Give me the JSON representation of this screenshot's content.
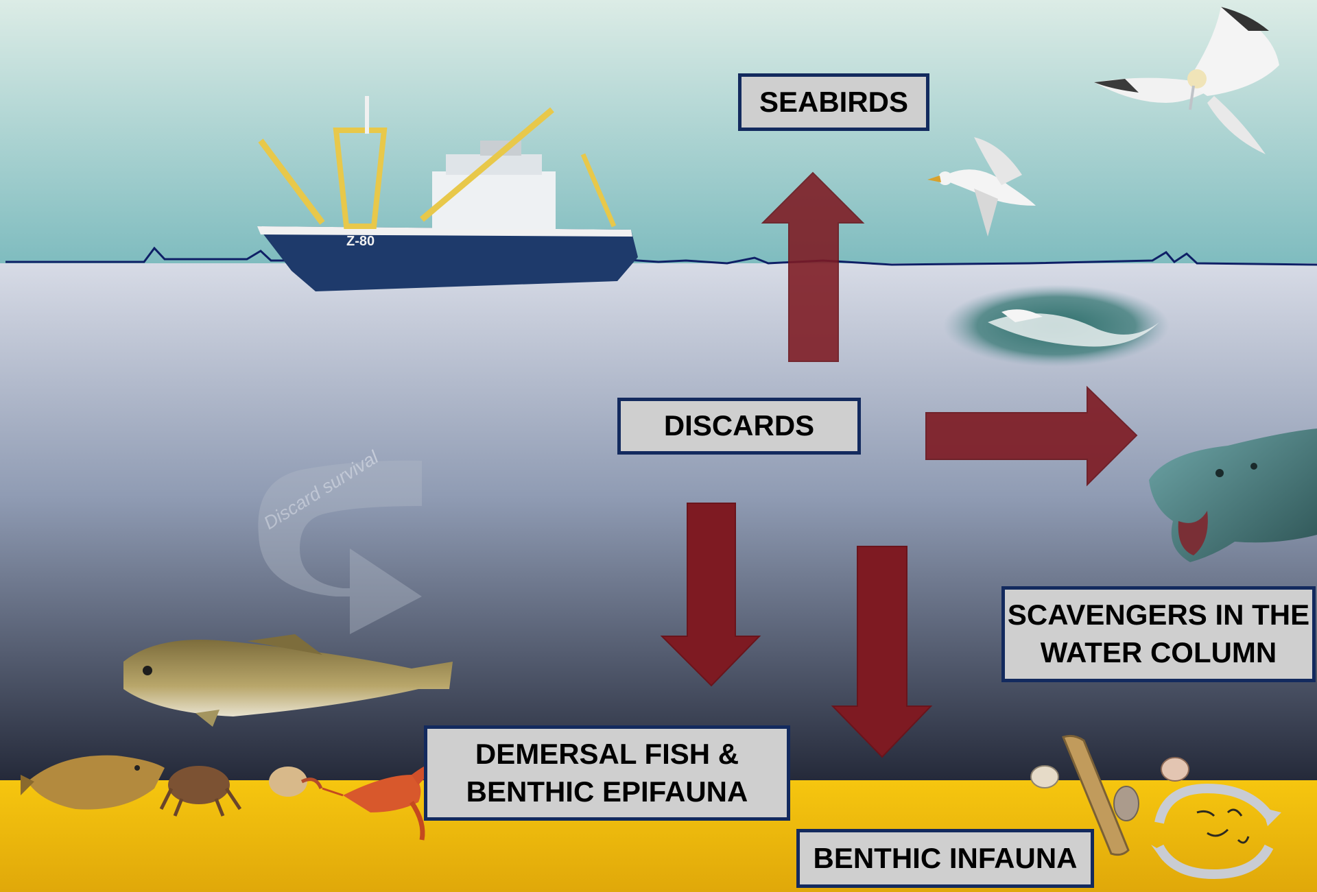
{
  "labels": {
    "seabirds": "SEABIRDS",
    "discards": "DISCARDS",
    "scavengers_line1": "SCAVENGERS IN THE",
    "scavengers_line2": "WATER COLUMN",
    "demersal_line1": "DEMERSAL FISH &",
    "demersal_line2": "BENTHIC EPIFAUNA",
    "infauna": "BENTHIC INFAUNA"
  },
  "survival_arrow_label": "Discard survival",
  "vessel_hull_marking": "Z-80",
  "icons": [
    "fishing-vessel-icon",
    "gannet-icon",
    "gull-icon",
    "diving-gannet-icon",
    "seal-icon",
    "cod-icon",
    "flatfish-icon",
    "crab-icon",
    "hermit-crab-icon",
    "lobster-icon",
    "razor-clam-icon",
    "shell-icon",
    "recycle-arrows-icon"
  ],
  "colors": {
    "sky_top": "#dcece6",
    "sky_bottom": "#7fbcbf",
    "water_top": "#d7dbe6",
    "water_bottom": "#232838",
    "seabed": "#f2be10",
    "arrow_fill": "#7e1a22",
    "label_fill": "#cfcfcf",
    "label_border": "#132a5e",
    "waterline": "#0e1f66"
  }
}
